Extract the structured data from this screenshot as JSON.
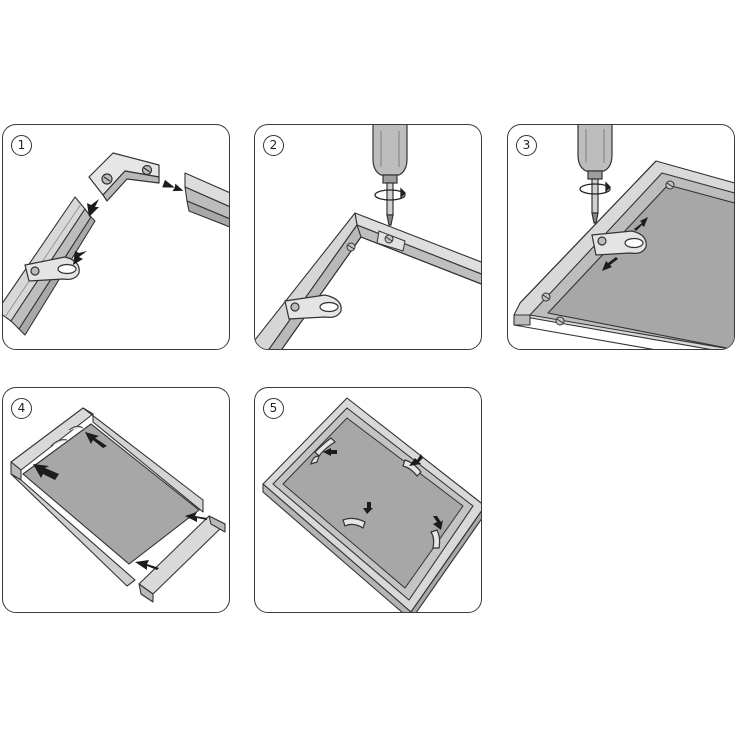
{
  "steps": [
    {
      "number": "1"
    },
    {
      "number": "2"
    },
    {
      "number": "3"
    },
    {
      "number": "4"
    },
    {
      "number": "5"
    }
  ],
  "colors": {
    "frame_light": "#e2e2e2",
    "frame_mid": "#c9c9c9",
    "frame_dark": "#a9a9a9",
    "outline": "#333333",
    "backing": "#a7a7a7",
    "arrow": "#1c1c1c"
  },
  "icons": [
    "corner-bracket-icon",
    "screw-clip-icon",
    "screwdriver-icon",
    "rotation-icon",
    "arrow-icon",
    "spring-clip-icon"
  ]
}
